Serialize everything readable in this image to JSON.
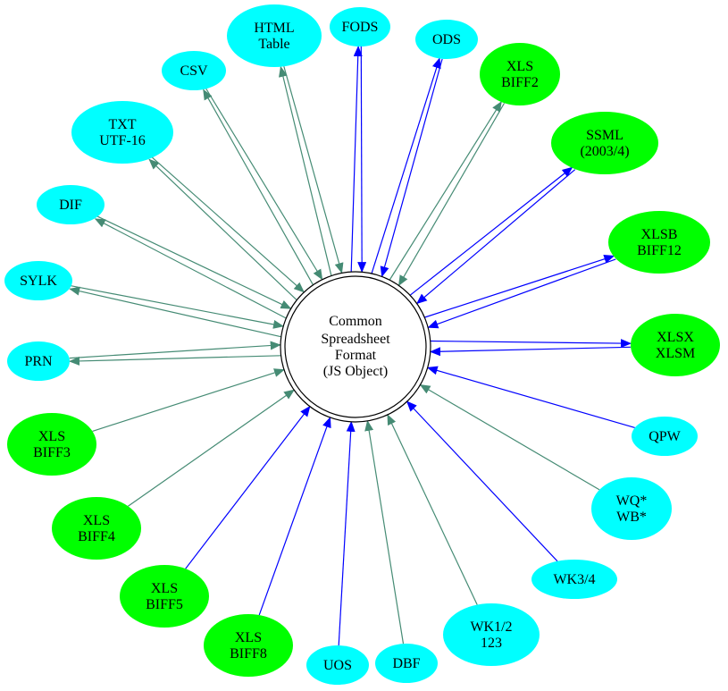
{
  "colors": {
    "native": "#00ff00",
    "other": "#00ffff",
    "read_write_edge": "#0000ff",
    "one_way_edge": "#458b74",
    "center_fill": "#ffffff",
    "outline": "#000000"
  },
  "center": {
    "lines": [
      "Common",
      "Spreadsheet",
      "Format",
      "(JS Object)"
    ]
  },
  "nodes": [
    {
      "id": "fods",
      "lines": [
        "FODS"
      ],
      "kind": "other",
      "edges": "rw"
    },
    {
      "id": "ods",
      "lines": [
        "ODS"
      ],
      "kind": "other",
      "edges": "rw"
    },
    {
      "id": "xls-biff2",
      "lines": [
        "XLS",
        "BIFF2"
      ],
      "kind": "native",
      "edges": "rw-teal"
    },
    {
      "id": "ssml",
      "lines": [
        "SSML",
        "(2003/4)"
      ],
      "kind": "native",
      "edges": "rw"
    },
    {
      "id": "xlsb",
      "lines": [
        "XLSB",
        "BIFF12"
      ],
      "kind": "native",
      "edges": "rw"
    },
    {
      "id": "xlsx",
      "lines": [
        "XLSX",
        "XLSM"
      ],
      "kind": "native",
      "edges": "rw"
    },
    {
      "id": "qpw",
      "lines": [
        "QPW"
      ],
      "kind": "other",
      "edges": "read-blue"
    },
    {
      "id": "wq",
      "lines": [
        "WQ*",
        "WB*"
      ],
      "kind": "other",
      "edges": "read-teal"
    },
    {
      "id": "wk34",
      "lines": [
        "WK3/4"
      ],
      "kind": "other",
      "edges": "read-blue"
    },
    {
      "id": "wk12",
      "lines": [
        "WK1/2",
        "123"
      ],
      "kind": "other",
      "edges": "read-teal"
    },
    {
      "id": "dbf",
      "lines": [
        "DBF"
      ],
      "kind": "other",
      "edges": "read-teal"
    },
    {
      "id": "uos",
      "lines": [
        "UOS"
      ],
      "kind": "other",
      "edges": "read-blue"
    },
    {
      "id": "xls-biff8",
      "lines": [
        "XLS",
        "BIFF8"
      ],
      "kind": "native",
      "edges": "read-blue"
    },
    {
      "id": "xls-biff5",
      "lines": [
        "XLS",
        "BIFF5"
      ],
      "kind": "native",
      "edges": "read-blue"
    },
    {
      "id": "xls-biff4",
      "lines": [
        "XLS",
        "BIFF4"
      ],
      "kind": "native",
      "edges": "read-teal"
    },
    {
      "id": "xls-biff3",
      "lines": [
        "XLS",
        "BIFF3"
      ],
      "kind": "native",
      "edges": "read-teal"
    },
    {
      "id": "prn",
      "lines": [
        "PRN"
      ],
      "kind": "other",
      "edges": "rw-teal"
    },
    {
      "id": "sylk",
      "lines": [
        "SYLK"
      ],
      "kind": "other",
      "edges": "rw-teal"
    },
    {
      "id": "dif",
      "lines": [
        "DIF"
      ],
      "kind": "other",
      "edges": "rw-teal"
    },
    {
      "id": "txt",
      "lines": [
        "TXT",
        "UTF-16"
      ],
      "kind": "other",
      "edges": "rw-teal"
    },
    {
      "id": "csv",
      "lines": [
        "CSV"
      ],
      "kind": "other",
      "edges": "rw-teal"
    },
    {
      "id": "html",
      "lines": [
        "HTML",
        "Table"
      ],
      "kind": "other",
      "edges": "rw-teal"
    }
  ]
}
